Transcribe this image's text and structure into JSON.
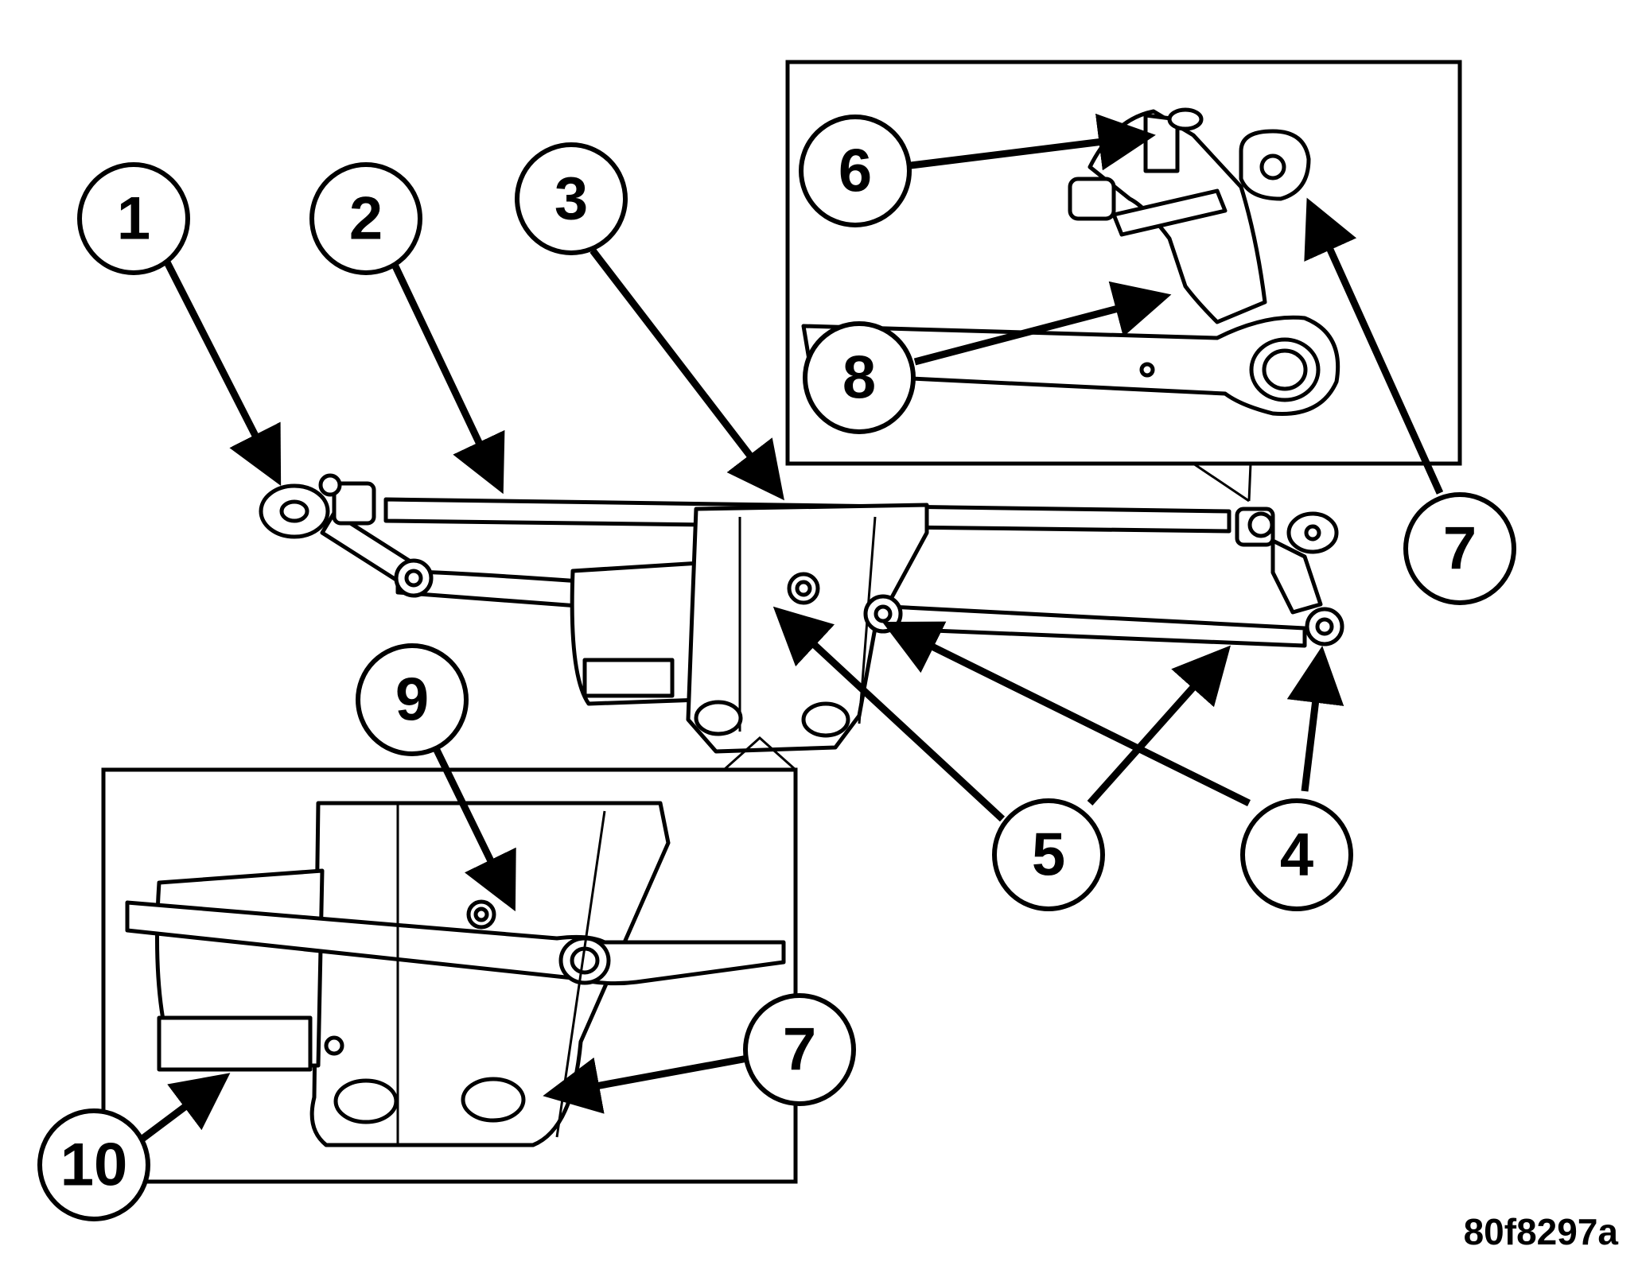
{
  "figure_code": "80f8297a",
  "callouts": {
    "c1": "1",
    "c2": "2",
    "c3": "3",
    "c4": "4",
    "c5": "5",
    "c6": "6",
    "c7_top": "7",
    "c7_bottom": "7",
    "c8": "8",
    "c9": "9",
    "c10": "10"
  }
}
